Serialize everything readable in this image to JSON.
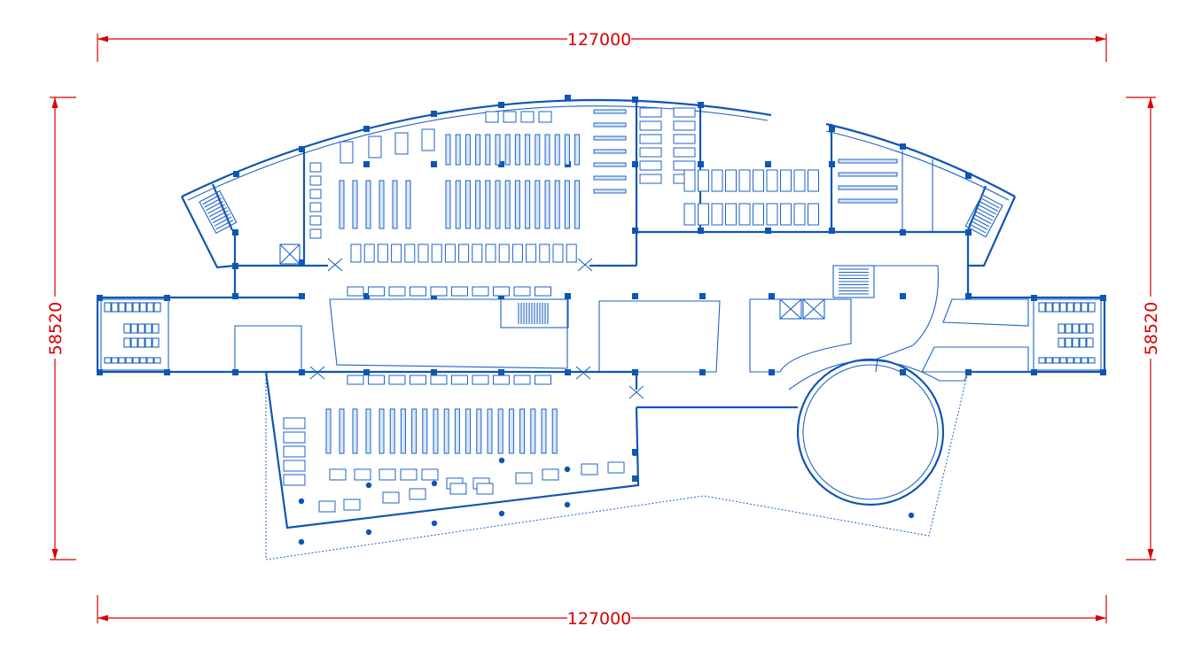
{
  "dimensions": {
    "top_width": "127000",
    "bottom_width": "127000",
    "left_height": "58520",
    "right_height": "58520"
  },
  "colors": {
    "dimension": "#d90000",
    "plan": "#0f55b4",
    "background": "#ffffff"
  }
}
